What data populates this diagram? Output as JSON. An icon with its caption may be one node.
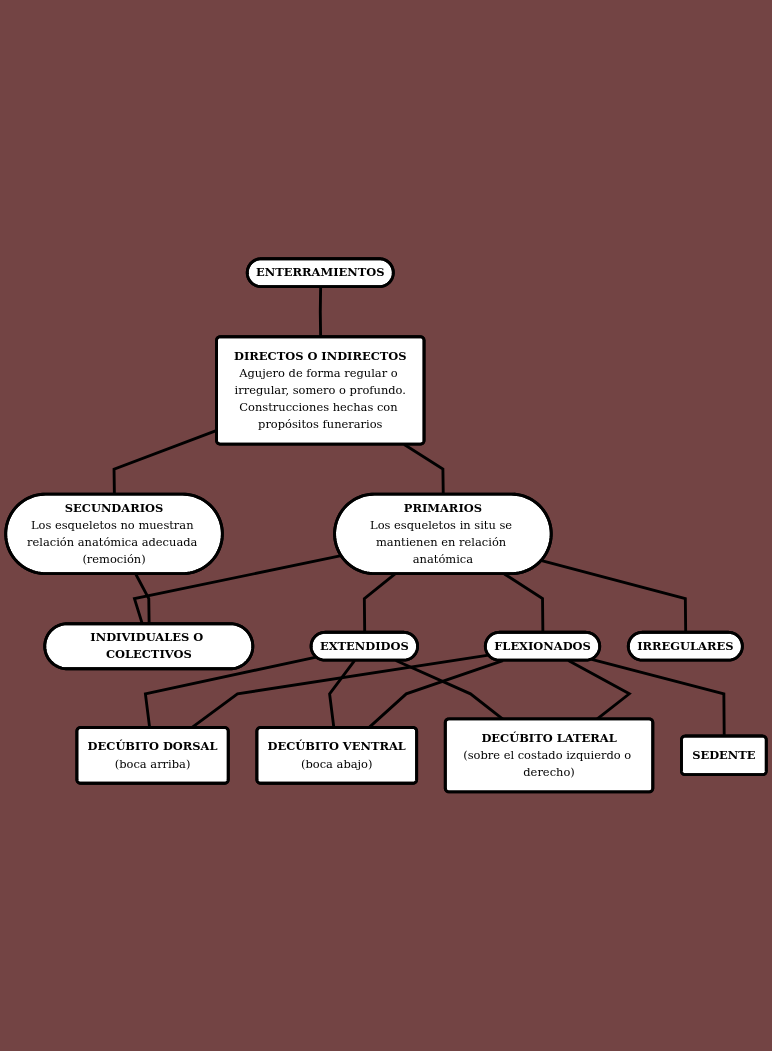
{
  "diagram": {
    "nodes": [
      {
        "text": [
          "ENTERRAMIENTOS"
        ]
      },
      {
        "text": [
          "DIRECTOS O INDIRECTOS",
          "Agujero de forma regular o irregular, somero o profundo.",
          "Construcciones hechas con propósitos funerarios"
        ]
      },
      {
        "text": [
          "PRIMARIOS",
          "Los esqueletos in situ se mantienen en relación anatómica"
        ]
      },
      {
        "text": [
          "SECUNDARIOS",
          "Los esqueletos no muestran relación anatómica adecuada (remoción)"
        ]
      },
      {
        "text": [
          "INDIVIDUALES O COLECTIVOS"
        ]
      },
      {
        "text": [
          "EXTENDIDOS"
        ]
      },
      {
        "text": [
          "FLEXIONADOS"
        ]
      },
      {
        "text": [
          "IRREGULARES"
        ]
      },
      {
        "text": [
          "DECÚBITO DORSAL",
          "(boca arriba)"
        ]
      },
      {
        "text": [
          "DECÚBITO VENTRAL",
          "(boca abajo)"
        ]
      },
      {
        "text": [
          "DECÚBITO LATERAL",
          "(sobre el costado izquierdo o derecho)"
        ]
      },
      {
        "text": [
          "SEDENTE"
        ]
      }
    ],
    "edges": [
      {
        "from": 0,
        "to": 1,
        "arrow": "none"
      },
      {
        "from": 1,
        "to": 2,
        "arrow": "none"
      },
      {
        "from": 1,
        "to": 3,
        "arrow": "none"
      },
      {
        "from": 2,
        "to": 4,
        "arrow": "none"
      },
      {
        "from": 3,
        "to": 4,
        "arrow": "none"
      },
      {
        "from": 2,
        "to": 5,
        "arrow": "none"
      },
      {
        "from": 2,
        "to": 6,
        "arrow": "none"
      },
      {
        "from": 2,
        "to": 7,
        "arrow": "none"
      },
      {
        "from": 5,
        "to": 8,
        "arrow": "none"
      },
      {
        "from": 5,
        "to": 9,
        "arrow": "none"
      },
      {
        "from": 5,
        "to": 10,
        "arrow": "none"
      },
      {
        "from": 6,
        "to": 8,
        "arrow": "none"
      },
      {
        "from": 6,
        "to": 9,
        "arrow": "none"
      },
      {
        "from": 6,
        "to": 10,
        "arrow": "none"
      },
      {
        "from": 6,
        "to": 11,
        "arrow": "none"
      }
    ]
  }
}
